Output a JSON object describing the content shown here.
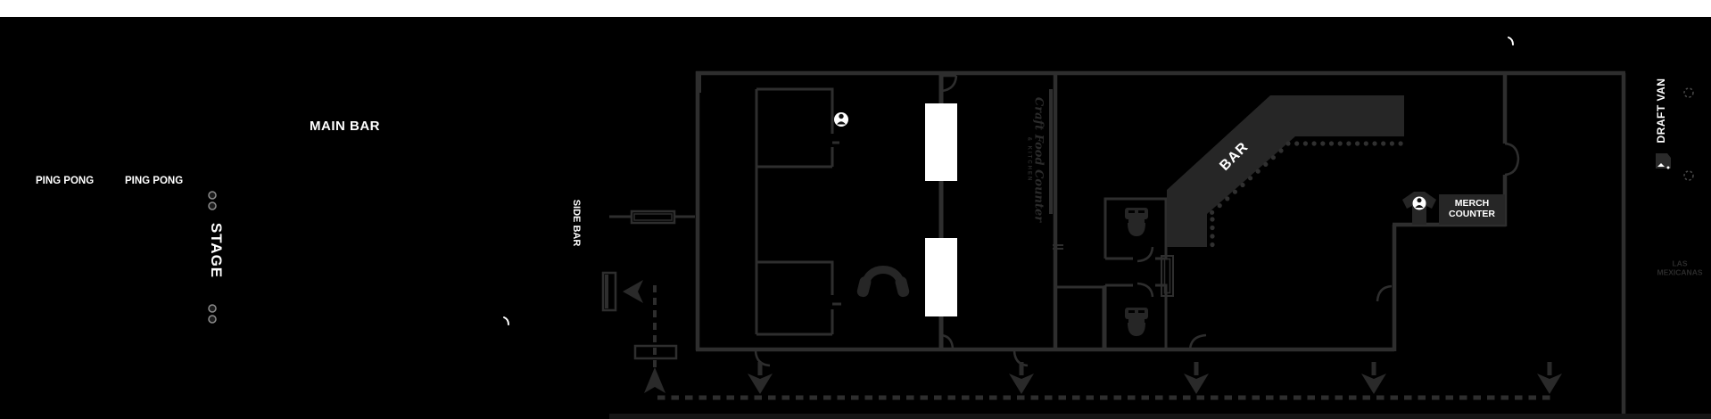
{
  "map": {
    "labels": {
      "main_bar": "MAIN BAR",
      "ping_pong_left": "PING PONG",
      "ping_pong_right": "PING PONG",
      "stage": "STAGE",
      "side_bar": "SIDE BAR",
      "bar": "BAR",
      "craft_food_script": "Craft Food Counter",
      "craft_food_sub": "& KITCHEN",
      "merch_line1": "MERCH",
      "merch_line2": "COUNTER",
      "draft_van": "DRAFT VAN",
      "las_line1": "LAS",
      "las_line2": "MEXICANAS"
    },
    "palette": {
      "background": "#000000",
      "top_strip": "#ffffff",
      "wall": "#2e2e2e",
      "solid_fill": "#262626",
      "arrow": "#2a2a2a",
      "stool_dot": "#303030",
      "label": "#ffffff",
      "faint_label": "#2b2b2b",
      "bottom_strip": "#151515"
    },
    "icons": {
      "headphones": "headphones-icon",
      "person_room": "person-icon",
      "person_merch": "person-icon",
      "tshirt": "tshirt-icon",
      "toilet_upper": "toilet-icon",
      "toilet_lower": "toilet-icon",
      "van": "van-icon",
      "speaker": "speaker-icon"
    }
  }
}
